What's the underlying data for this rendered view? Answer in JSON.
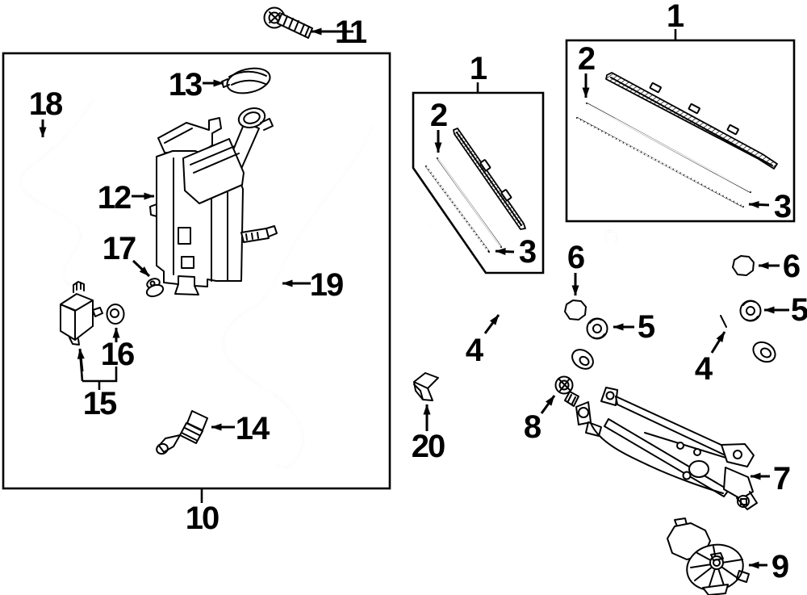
{
  "diagram": {
    "bg_color": "#ffffff",
    "line_color": "#000000",
    "callouts": {
      "1": "1",
      "2": "2",
      "3": "3",
      "4": "4",
      "5": "5",
      "6": "6",
      "7": "7",
      "8": "8",
      "9": "9",
      "10": "10",
      "11": "11",
      "12": "12",
      "13": "13",
      "14": "14",
      "15": "15",
      "16": "16",
      "17": "17",
      "18": "18",
      "19": "19",
      "20": "20"
    }
  }
}
